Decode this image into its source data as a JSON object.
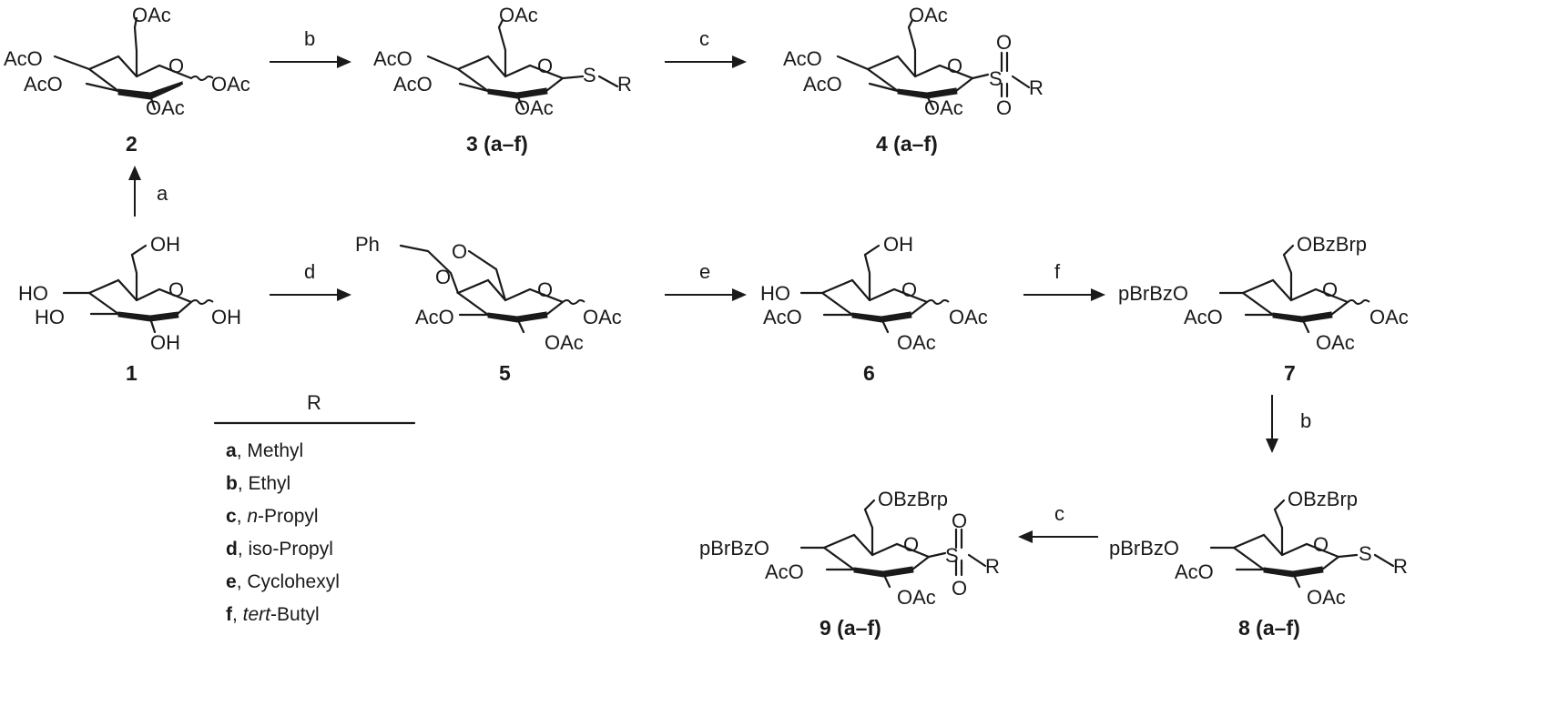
{
  "compounds": {
    "c1": {
      "label": "1",
      "s6": "OH",
      "s4": "HO",
      "s3": "HO",
      "s2": "OH",
      "s1": "OH"
    },
    "c2": {
      "label": "2",
      "s6": "OAc",
      "s4": "AcO",
      "s3": "AcO",
      "s2": "OAc",
      "s1": "OAc"
    },
    "c3": {
      "label": "3 (a–f)",
      "s6": "OAc",
      "s4": "AcO",
      "s3": "AcO",
      "s2": "OAc",
      "sS": "S",
      "sR": "R"
    },
    "c4": {
      "label": "4 (a–f)",
      "s6": "OAc",
      "s4": "AcO",
      "s3": "AcO",
      "s2": "OAc",
      "sS": "S",
      "sR": "R",
      "sO1": "O",
      "sO2": "O"
    },
    "c5": {
      "label": "5",
      "ph": "Ph",
      "oA": "O",
      "oB": "O",
      "s3": "AcO",
      "s2": "OAc",
      "s1": "OAc"
    },
    "c6": {
      "label": "6",
      "s6": "OH",
      "s4": "HO",
      "s3": "AcO",
      "s2": "OAc",
      "s1": "OAc"
    },
    "c7": {
      "label": "7",
      "s6": "OBzBrp",
      "s4": "pBrBzO",
      "s3": "AcO",
      "s2": "OAc",
      "s1": "OAc"
    },
    "c8": {
      "label": "8 (a–f)",
      "s6": "OBzBrp",
      "s4": "pBrBzO",
      "s3": "AcO",
      "s2": "OAc",
      "sS": "S",
      "sR": "R"
    },
    "c9": {
      "label": "9 (a–f)",
      "s6": "OBzBrp",
      "s4": "pBrBzO",
      "s3": "AcO",
      "s2": "OAc",
      "sS": "S",
      "sR": "R",
      "sO1": "O",
      "sO2": "O"
    }
  },
  "ring_oxygen": "O",
  "arrows": {
    "a": "a",
    "b": "b",
    "c": "c",
    "d": "d",
    "e": "e",
    "f": "f",
    "b2": "b",
    "c2": "c"
  },
  "r_table": {
    "header": "R",
    "rows": [
      {
        "key": "a",
        "name": "Methyl"
      },
      {
        "key": "b",
        "name": "Ethyl"
      },
      {
        "key": "c",
        "prefix": "n",
        "name": "-Propyl"
      },
      {
        "key": "d",
        "name": "iso-Propyl"
      },
      {
        "key": "e",
        "name": "Cyclohexyl"
      },
      {
        "key": "f",
        "prefix": "tert",
        "name": "-Butyl"
      }
    ]
  }
}
